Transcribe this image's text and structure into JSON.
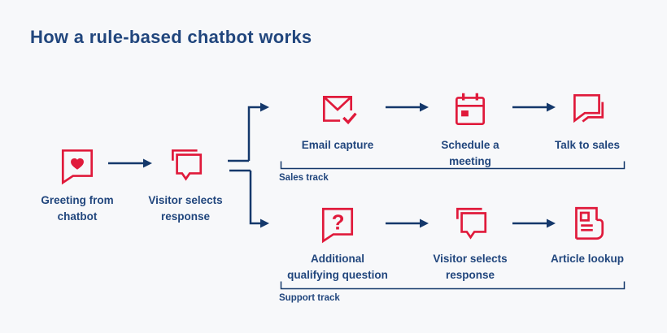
{
  "title": "How a rule-based chatbot works",
  "colors": {
    "background": "#f7f8fa",
    "icon_red": "#e01a3b",
    "text_navy": "#21467d",
    "line_navy": "#14386b"
  },
  "nodes": [
    {
      "id": "greeting",
      "label": "Greeting from\nchatbot",
      "icon": "chat-heart-icon"
    },
    {
      "id": "visitor-selects-1",
      "label": "Visitor selects\nresponse",
      "icon": "chat-multiple-icon"
    },
    {
      "id": "email-capture",
      "label": "Email capture",
      "icon": "email-check-icon"
    },
    {
      "id": "schedule-meeting",
      "label": "Schedule a\nmeeting",
      "icon": "calendar-icon"
    },
    {
      "id": "talk-to-sales",
      "label": "Talk to sales",
      "icon": "chat-reply-icon"
    },
    {
      "id": "qualifying-question",
      "label": "Additional\nqualifying question",
      "icon": "chat-question-icon"
    },
    {
      "id": "visitor-selects-2",
      "label": "Visitor selects\nresponse",
      "icon": "chat-multiple-icon"
    },
    {
      "id": "article-lookup",
      "label": "Article lookup",
      "icon": "news-article-icon"
    }
  ],
  "tracks": {
    "sales_label": "Sales track",
    "support_label": "Support track"
  }
}
